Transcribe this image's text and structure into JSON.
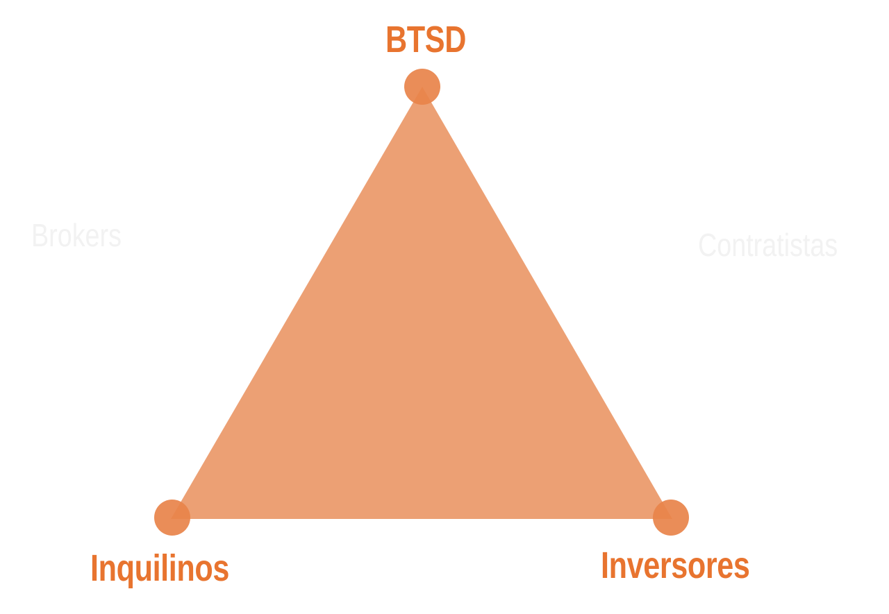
{
  "diagram": {
    "colors": {
      "triangle_fill": "#eca074",
      "node_fill": "#e8834a",
      "main_label": "#e8742f",
      "faint_label": "#f2f2f2",
      "background": "#ffffff"
    },
    "nodes": {
      "top": {
        "label": "BTSD"
      },
      "bottom_left": {
        "label": "Inquilinos"
      },
      "bottom_right": {
        "label": "Inversores"
      }
    },
    "side_labels": {
      "left": "Brokers",
      "right": "Contratistas"
    }
  }
}
